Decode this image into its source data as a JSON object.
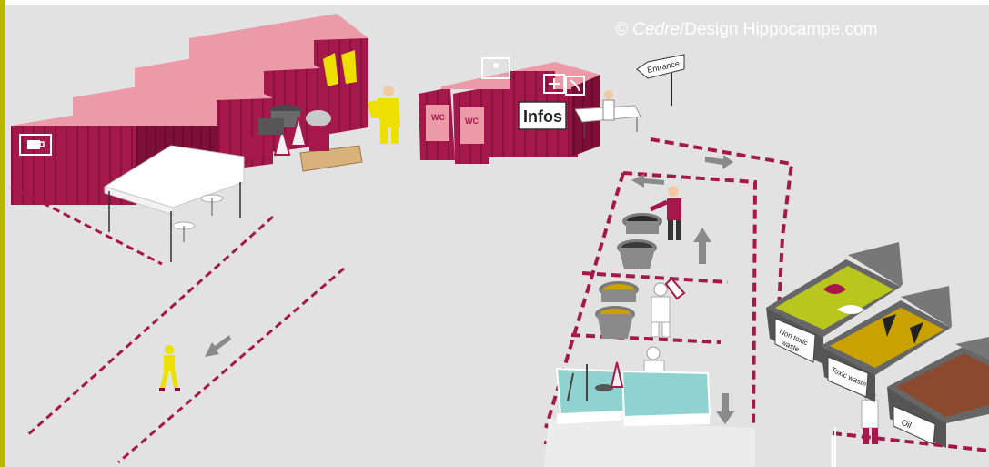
{
  "credit": {
    "symbol": "©",
    "org": "Cedre",
    "rest": "/Design Hippocampe.com"
  },
  "labels": {
    "entrance": "Entrance",
    "infos": "Infos",
    "wc": "WC",
    "nontoxic_line1": "Non toxic",
    "nontoxic_line2": "waste",
    "toxic": "Toxic waste",
    "oil": "Oil"
  },
  "colors": {
    "ground": "#e2e2e2",
    "frame": "#b8b800",
    "container_front": "#a5194a",
    "container_roof": "#ec9aa8",
    "container_side": "#7e0f37",
    "tape": "#a5194a",
    "arrow": "#8a8a8a",
    "suit_yellow": "#ede000",
    "bin_body": "#4a4a4a",
    "bin_outer": "#7a7a7a",
    "nontoxic_fill": "#b9c61e",
    "toxic_fill": "#c9a200",
    "oil_fill": "#8b4a2e"
  },
  "icons": [
    "coffee-cup-icon",
    "shower-icon",
    "first-aid-icon",
    "phone-icon",
    "wc-icon",
    "arrow-icon"
  ]
}
